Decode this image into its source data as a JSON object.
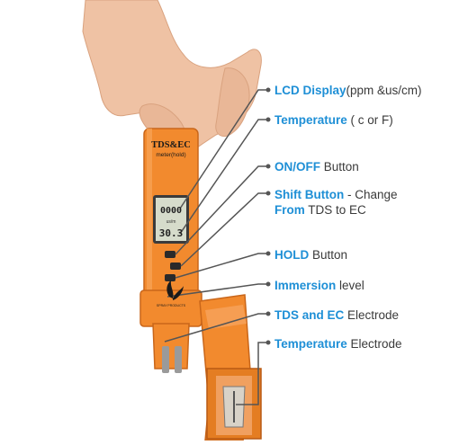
{
  "device": {
    "brand": "TDS&EC",
    "model": "meter(hold)",
    "lcd_top": "0000",
    "lcd_unit": "us/m",
    "lcd_bottom": "30.3",
    "logo_text": "SPRAY PRODUCTS"
  },
  "callouts": [
    {
      "key": "LCD Display",
      "rest": "(ppm &us/cm)"
    },
    {
      "key": "Temperature",
      "rest": " ( c or F)"
    },
    {
      "key": "ON/OFF",
      "rest": " Button"
    },
    {
      "key": "Shift Button",
      "rest": " - Change"
    },
    {
      "key": "From",
      "rest": " TDS to EC"
    },
    {
      "key": "HOLD",
      "rest": " Button"
    },
    {
      "key": "Immersion",
      "rest": " level"
    },
    {
      "key": "TDS and EC",
      "rest": " Electrode"
    },
    {
      "key": "Temperature",
      "rest": " Electrode"
    }
  ],
  "colors": {
    "accent": "#1e8fd6",
    "body_orange": "#f28a2e",
    "body_dark": "#c9661a",
    "lcd": "#d6dccb",
    "text": "#3a3a3a"
  }
}
